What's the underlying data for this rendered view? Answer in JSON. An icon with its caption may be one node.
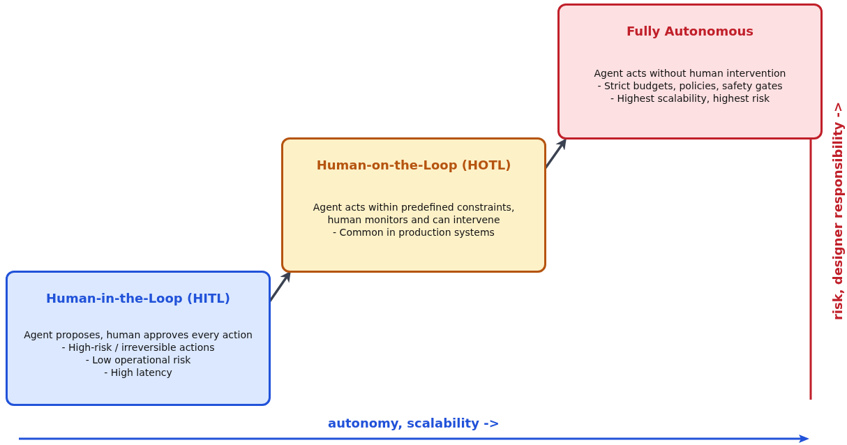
{
  "diagram": {
    "nodes": [
      {
        "text": [
          "Human-in-the-Loop (HITL)",
          "Agent proposes, human approves every action",
          "- High-risk / irreversible actions",
          "- Low operational risk",
          "- High latency"
        ]
      },
      {
        "text": [
          "Human-on-the-Loop (HOTL)",
          "Agent acts within predefined constraints, human monitors and can intervene",
          "- Common in production systems"
        ]
      },
      {
        "text": [
          "Fully Autonomous",
          "Agent acts without human intervention",
          "- Strict budgets, policies, safety gates",
          "- Highest scalability, highest risk"
        ]
      }
    ],
    "edges": [
      {
        "from": 0,
        "to": 1,
        "arrow": "to"
      },
      {
        "from": 1,
        "to": 2,
        "arrow": "to"
      }
    ],
    "labels": [
      "autonomy, scalability ->",
      "risk, designer responsibility ->"
    ]
  }
}
